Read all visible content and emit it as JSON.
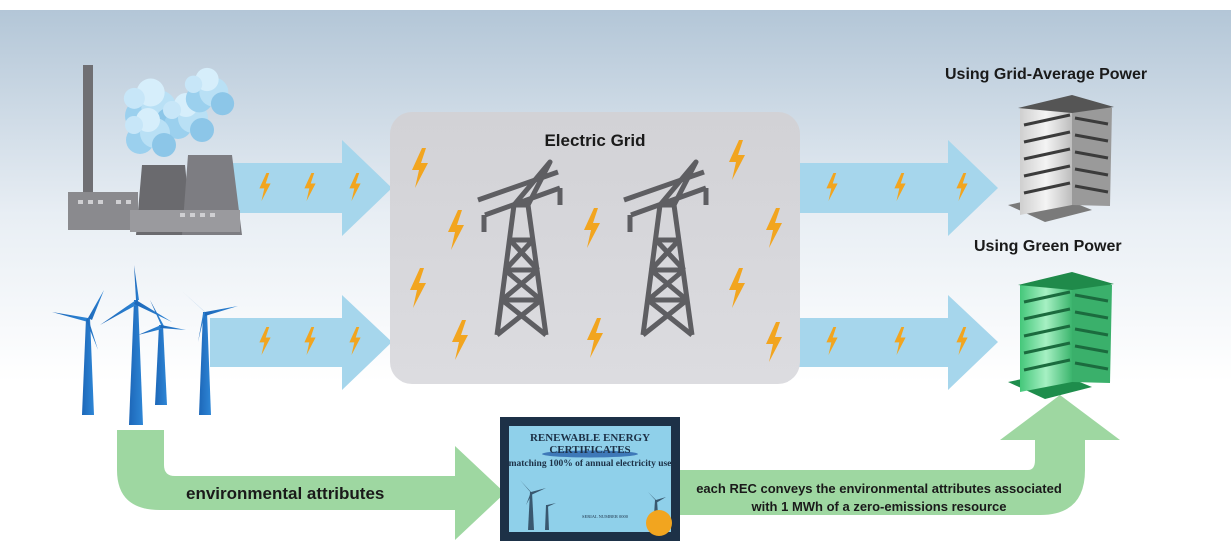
{
  "grid": {
    "title": "Electric Grid"
  },
  "buildings": {
    "grid_average_label": "Using Grid-Average Power",
    "green_label": "Using Green Power"
  },
  "flows": {
    "environmental_attributes_label": "environmental attributes",
    "rec_description": "each REC conveys the environmental attributes associated with 1 MWh of a zero-emissions resource"
  },
  "certificate": {
    "title": "RENEWABLE ENERGY CERTIFICATES",
    "body": "matching 100% of annual electricity use",
    "serial": "SERIAL NUMBER 0000"
  },
  "colors": {
    "power_arrow": "#a6d6ec",
    "attribute_arrow": "#9ed7a1",
    "grid_box": "#d9d9dd",
    "bolt": "#f2a51f",
    "green_building": "#5fd98f"
  },
  "icons": [
    "power-plant-icon",
    "wind-turbine-icon",
    "transmission-tower-icon",
    "lightning-bolt-icon",
    "office-building-icon",
    "certificate-icon",
    "seal-icon"
  ]
}
